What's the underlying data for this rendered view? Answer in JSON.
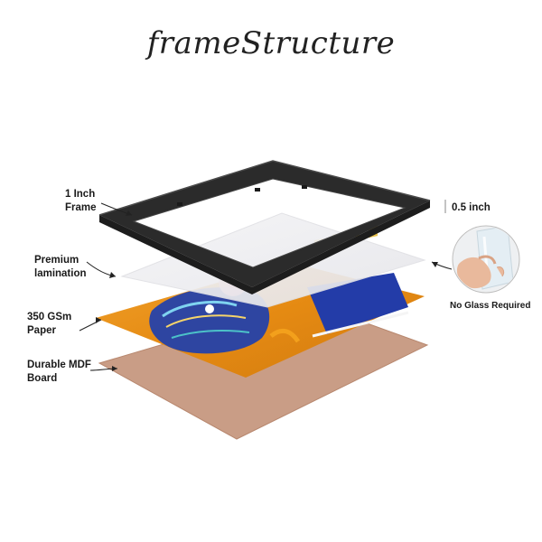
{
  "title": "frameStructure",
  "labels": {
    "frame": [
      "1 Inch",
      "Frame"
    ],
    "lamination": [
      "Premium",
      "lamination"
    ],
    "paper": [
      "350 GSm",
      "Paper"
    ],
    "board": [
      "Durable MDF",
      "Board"
    ],
    "depth": "0.5 inch",
    "glass": "No Glass Required"
  },
  "colors": {
    "frame": "#2b2b2b",
    "board": "#c79a82",
    "art_background": "#e8951f",
    "art_blue": "#1f3ea8"
  },
  "icons": [
    "arrow-icon",
    "circle-inset-hand-icon"
  ]
}
